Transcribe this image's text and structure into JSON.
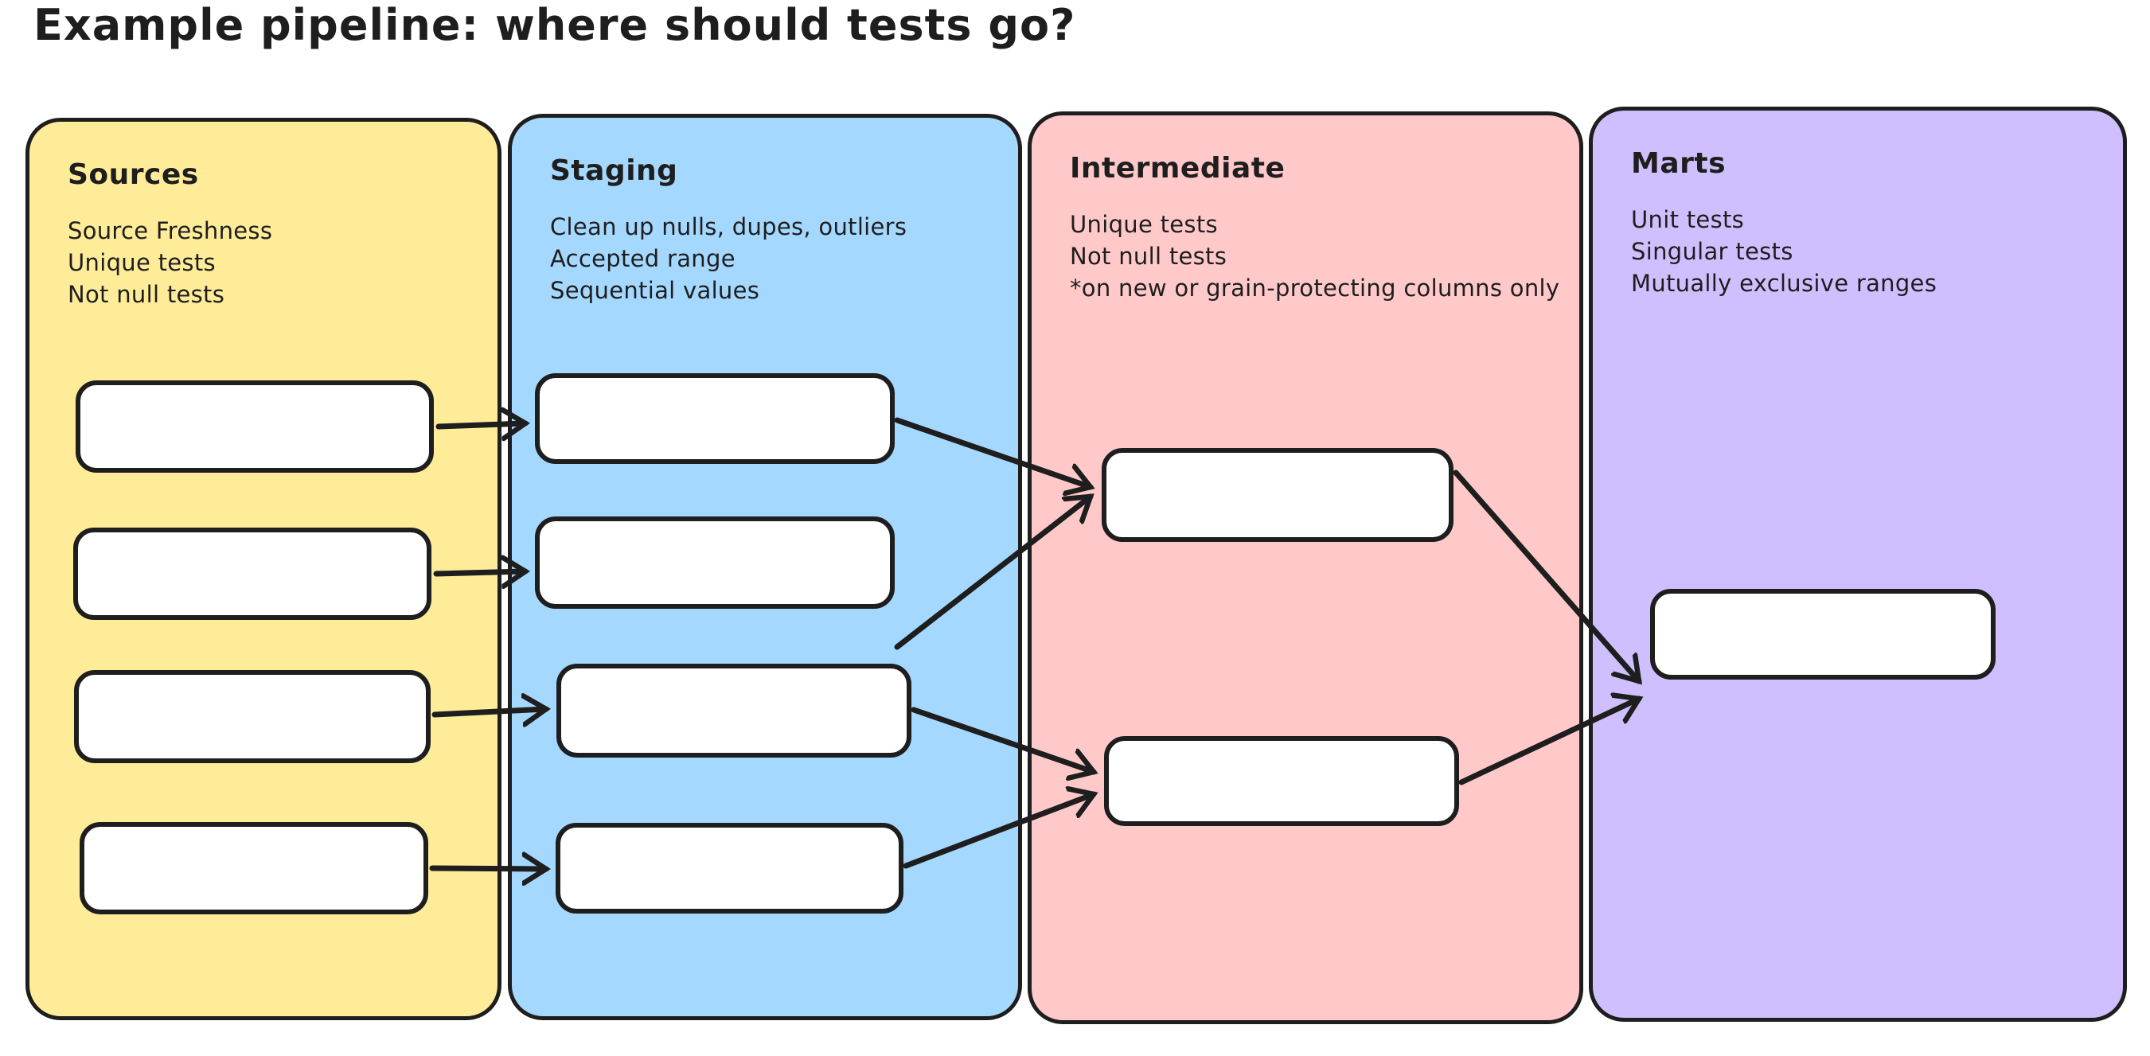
{
  "title": "Example pipeline: where should tests go?",
  "colors": {
    "stroke": "#1e1e1e",
    "node_fill": "#ffffff",
    "sources_bg": "#ffec99",
    "staging_bg": "#a5d8ff",
    "intermediate_bg": "#ffc9c9",
    "marts_bg": "#d0bfff"
  },
  "columns": [
    {
      "id": "sources",
      "label": "Sources",
      "color": "#ffec99",
      "notes": [
        "Source Freshness",
        "Unique tests",
        "Not null tests"
      ],
      "node_count": 4
    },
    {
      "id": "staging",
      "label": "Staging",
      "color": "#a5d8ff",
      "notes": [
        "Clean up nulls, dupes, outliers",
        "Accepted range",
        "Sequential values"
      ],
      "node_count": 4
    },
    {
      "id": "intermediate",
      "label": "Intermediate",
      "color": "#ffc9c9",
      "notes": [
        "Unique tests",
        "Not null tests",
        "*on new or grain-protecting columns only"
      ],
      "node_count": 2
    },
    {
      "id": "marts",
      "label": "Marts",
      "color": "#d0bfff",
      "notes": [
        "Unit tests",
        "Singular tests",
        "Mutually exclusive ranges"
      ],
      "node_count": 1
    }
  ],
  "edges": [
    {
      "from": "sources-1",
      "to": "staging-1"
    },
    {
      "from": "sources-2",
      "to": "staging-2"
    },
    {
      "from": "sources-3",
      "to": "staging-3"
    },
    {
      "from": "sources-4",
      "to": "staging-4"
    },
    {
      "from": "staging-1",
      "to": "intermediate-1"
    },
    {
      "from": "staging-2",
      "to": "intermediate-1"
    },
    {
      "from": "staging-3",
      "to": "intermediate-2"
    },
    {
      "from": "staging-4",
      "to": "intermediate-2"
    },
    {
      "from": "intermediate-1",
      "to": "marts-1"
    },
    {
      "from": "intermediate-2",
      "to": "marts-1"
    }
  ]
}
